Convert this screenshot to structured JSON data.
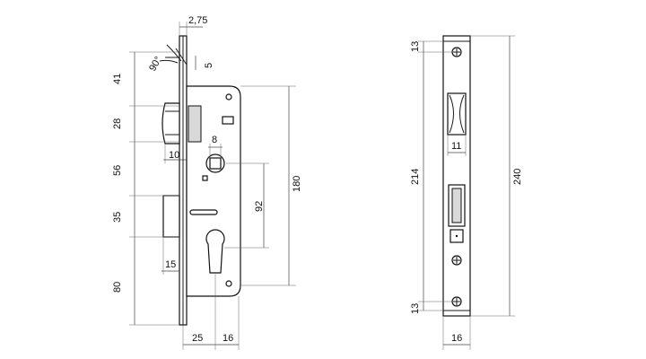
{
  "front_view": {
    "dims": {
      "d_2_75": "2,75",
      "d_90deg": "90°",
      "d_5": "5",
      "d_41": "41",
      "d_28": "28",
      "d_8": "8",
      "d_10": "10",
      "d_56": "56",
      "d_180": "180",
      "d_92": "92",
      "d_35": "35",
      "d_15": "15",
      "d_80": "80",
      "d_25": "25",
      "d_16": "16"
    }
  },
  "faceplate_view": {
    "dims": {
      "d_13_top": "13",
      "d_11": "11",
      "d_214": "214",
      "d_240": "240",
      "d_13_bottom": "13",
      "d_16": "16"
    }
  }
}
